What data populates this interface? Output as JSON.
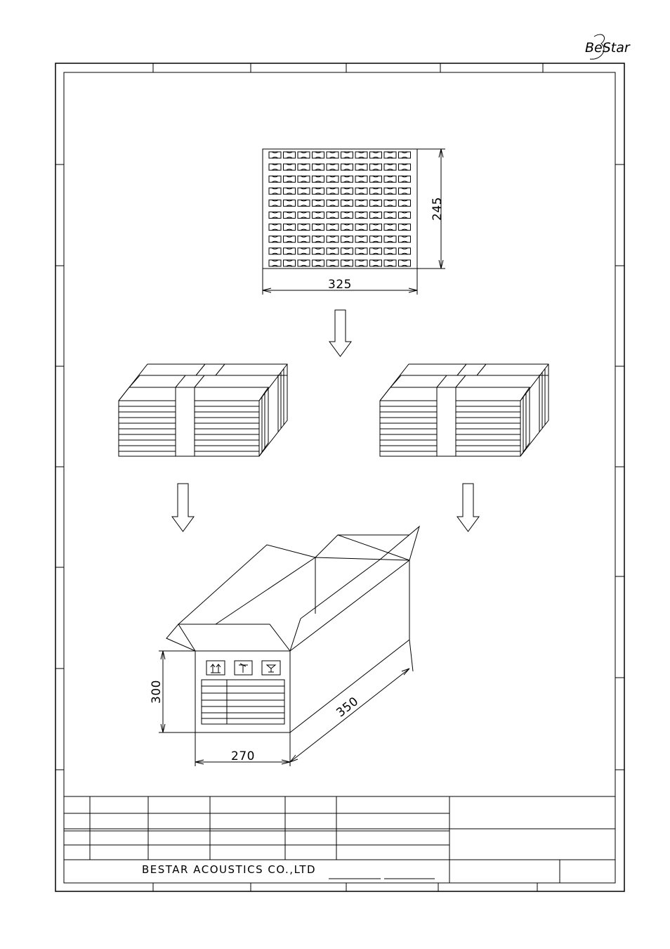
{
  "logo": {
    "text": "BeStar"
  },
  "tray": {
    "rows": 10,
    "cols": 10,
    "width_label": "325",
    "height_label": "245"
  },
  "carton": {
    "height_label": "300",
    "width_label": "270",
    "length_label": "350"
  },
  "title_block": {
    "company": "BESTAR ACOUSTICS CO.,LTD"
  }
}
